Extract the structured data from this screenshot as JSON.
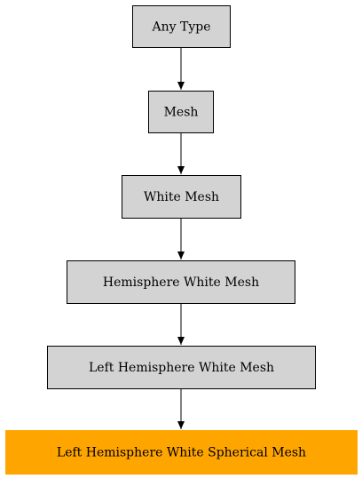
{
  "diagram": {
    "nodes": [
      {
        "id": "any-type",
        "label": "Any Type",
        "fill": "#d3d3d3",
        "stroke": "#000000"
      },
      {
        "id": "mesh",
        "label": "Mesh",
        "fill": "#d3d3d3",
        "stroke": "#000000"
      },
      {
        "id": "white-mesh",
        "label": "White Mesh",
        "fill": "#d3d3d3",
        "stroke": "#000000"
      },
      {
        "id": "hemisphere-white-mesh",
        "label": "Hemisphere White Mesh",
        "fill": "#d3d3d3",
        "stroke": "#000000"
      },
      {
        "id": "left-hemisphere-white-mesh",
        "label": "Left Hemisphere White Mesh",
        "fill": "#d3d3d3",
        "stroke": "#000000"
      },
      {
        "id": "left-hemisphere-white-spherical-mesh",
        "label": "Left Hemisphere White Spherical Mesh",
        "fill": "#ffa500",
        "stroke": "#ffa500"
      }
    ],
    "edges": [
      {
        "from": "any-type",
        "to": "mesh"
      },
      {
        "from": "mesh",
        "to": "white-mesh"
      },
      {
        "from": "white-mesh",
        "to": "hemisphere-white-mesh"
      },
      {
        "from": "hemisphere-white-mesh",
        "to": "left-hemisphere-white-mesh"
      },
      {
        "from": "left-hemisphere-white-mesh",
        "to": "left-hemisphere-white-spherical-mesh"
      }
    ]
  }
}
